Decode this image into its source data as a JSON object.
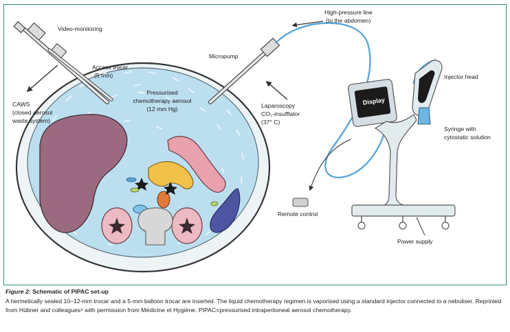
{
  "labels": {
    "video_monitoring": "Video-monitoring",
    "access_trocar_1": "Access trocar",
    "access_trocar_2": "(5 mm)",
    "caws_1": "CAWS",
    "caws_2": "(closed aerosol",
    "caws_3": "waste system)",
    "pressurised_1": "Pressurised",
    "pressurised_2": "chemotherapy aerosol",
    "pressurised_3": "(12 mm Hg)",
    "micropump": "Micropump",
    "laparoscopy_1": "Laparoscopy",
    "laparoscopy_2": "CO₂-insufflator",
    "laparoscopy_3": "(37° C)",
    "high_pressure_1": "High-pressure line",
    "high_pressure_2": "(to the abdomen)",
    "injector_head": "Injector head",
    "display": "Display",
    "syringe_1": "Syringe with",
    "syringe_2": "cytostatic solution",
    "remote_control": "Remote control",
    "power_supply": "Power supply"
  },
  "caption": {
    "figure_label": "Figure 2:",
    "title": "Schematic of PIPAC set-up",
    "text": "A hermetically sealed 10–12-mm trocar and a 5-mm balloon trocar are inserted. The liquid chemotherapy regimen is vaporised using a standard injector connected to a nebuliser. Reprinted from Hübner and colleagues⁸ with permission from Médicine et Hygiène. PIPAC=pressurised intraperitoneal aerosol chemotherapy."
  },
  "colors": {
    "frame": "#2f8f7a",
    "aerosol": "#bcdff0",
    "liver": "#9c6a80",
    "intestine": "#e8a1ad",
    "pancreas": "#f2c14a",
    "kidney": "#edb9c2",
    "spleen": "#4e55a3",
    "tubing": "#5aa6d6"
  },
  "icons": [
    "arrow-icon",
    "trocar-icon",
    "star-icon"
  ]
}
